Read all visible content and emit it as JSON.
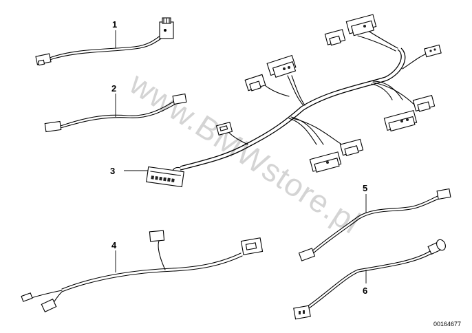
{
  "diagram": {
    "watermark": "www.BMWstore.pl",
    "reference_number": "00164677",
    "parts": [
      {
        "label": "1"
      },
      {
        "label": "2"
      },
      {
        "label": "3"
      },
      {
        "label": "4"
      },
      {
        "label": "5"
      },
      {
        "label": "6"
      }
    ]
  }
}
